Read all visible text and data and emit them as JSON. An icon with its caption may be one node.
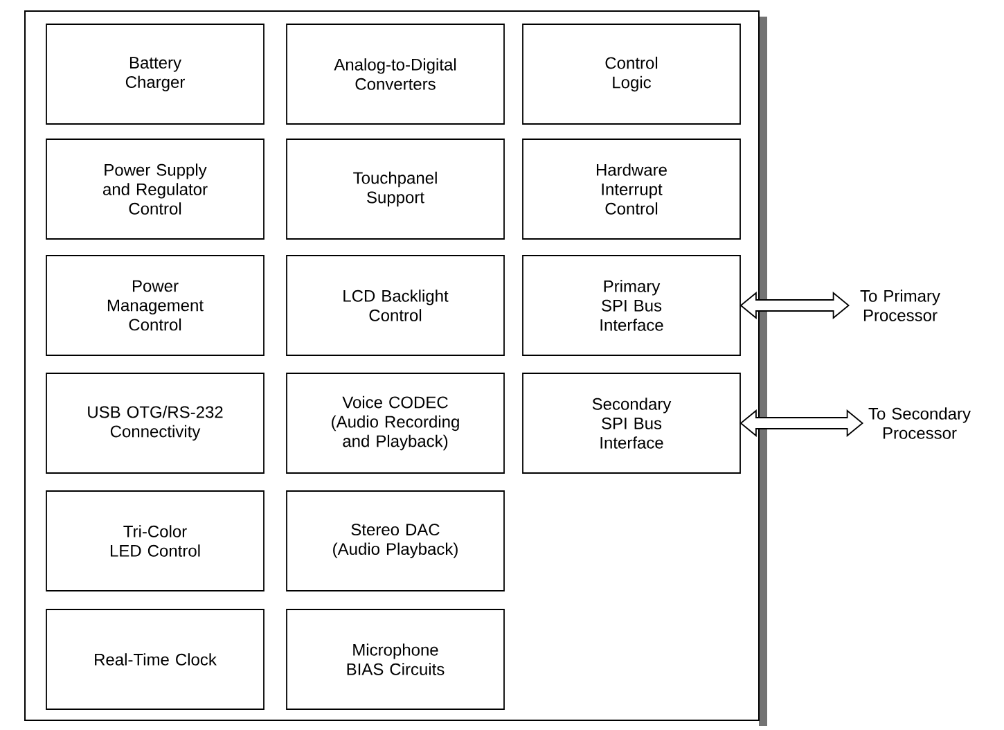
{
  "diagram": {
    "nodes": [
      {
        "text": [],
        "shape": "box"
      },
      {
        "text": [
          "Battery Charger"
        ],
        "in": 0
      },
      {
        "text": [
          "Analog-to-Digital Converters"
        ],
        "in": 0
      },
      {
        "text": [
          "Control Logic"
        ],
        "in": 0
      },
      {
        "text": [
          "Power Supply and Regulator Control"
        ],
        "in": 0
      },
      {
        "text": [
          "Touchpanel Support"
        ],
        "in": 0
      },
      {
        "text": [
          "Hardware Interrupt Control"
        ],
        "in": 0
      },
      {
        "text": [
          "Power Management Control"
        ],
        "in": 0
      },
      {
        "text": [
          "LCD Backlight Control"
        ],
        "in": 0
      },
      {
        "text": [
          "Primary SPI Bus Interface"
        ],
        "in": 0
      },
      {
        "text": [
          "USB OTG/RS-232 Connectivity"
        ],
        "in": 0
      },
      {
        "text": [
          "Voice CODEC (Audio Recording and Playback)"
        ],
        "in": 0
      },
      {
        "text": [
          "Secondary SPI Bus Interface"
        ],
        "in": 0
      },
      {
        "text": [
          "Tri-Color LED Control"
        ],
        "in": 0
      },
      {
        "text": [
          "Stereo DAC (Audio Playback)"
        ],
        "in": 0
      },
      {
        "text": [
          "Real-Time Clock"
        ],
        "in": 0
      },
      {
        "text": [
          "Microphone BIAS Circuits"
        ],
        "in": 0
      },
      {
        "text": [
          "To Primary Processor"
        ]
      },
      {
        "text": [
          "To Secondary Processor"
        ]
      }
    ],
    "edges": [
      {
        "from": 9,
        "to": 17,
        "arrow": "both"
      },
      {
        "from": 12,
        "to": 18,
        "arrow": "both"
      }
    ]
  }
}
